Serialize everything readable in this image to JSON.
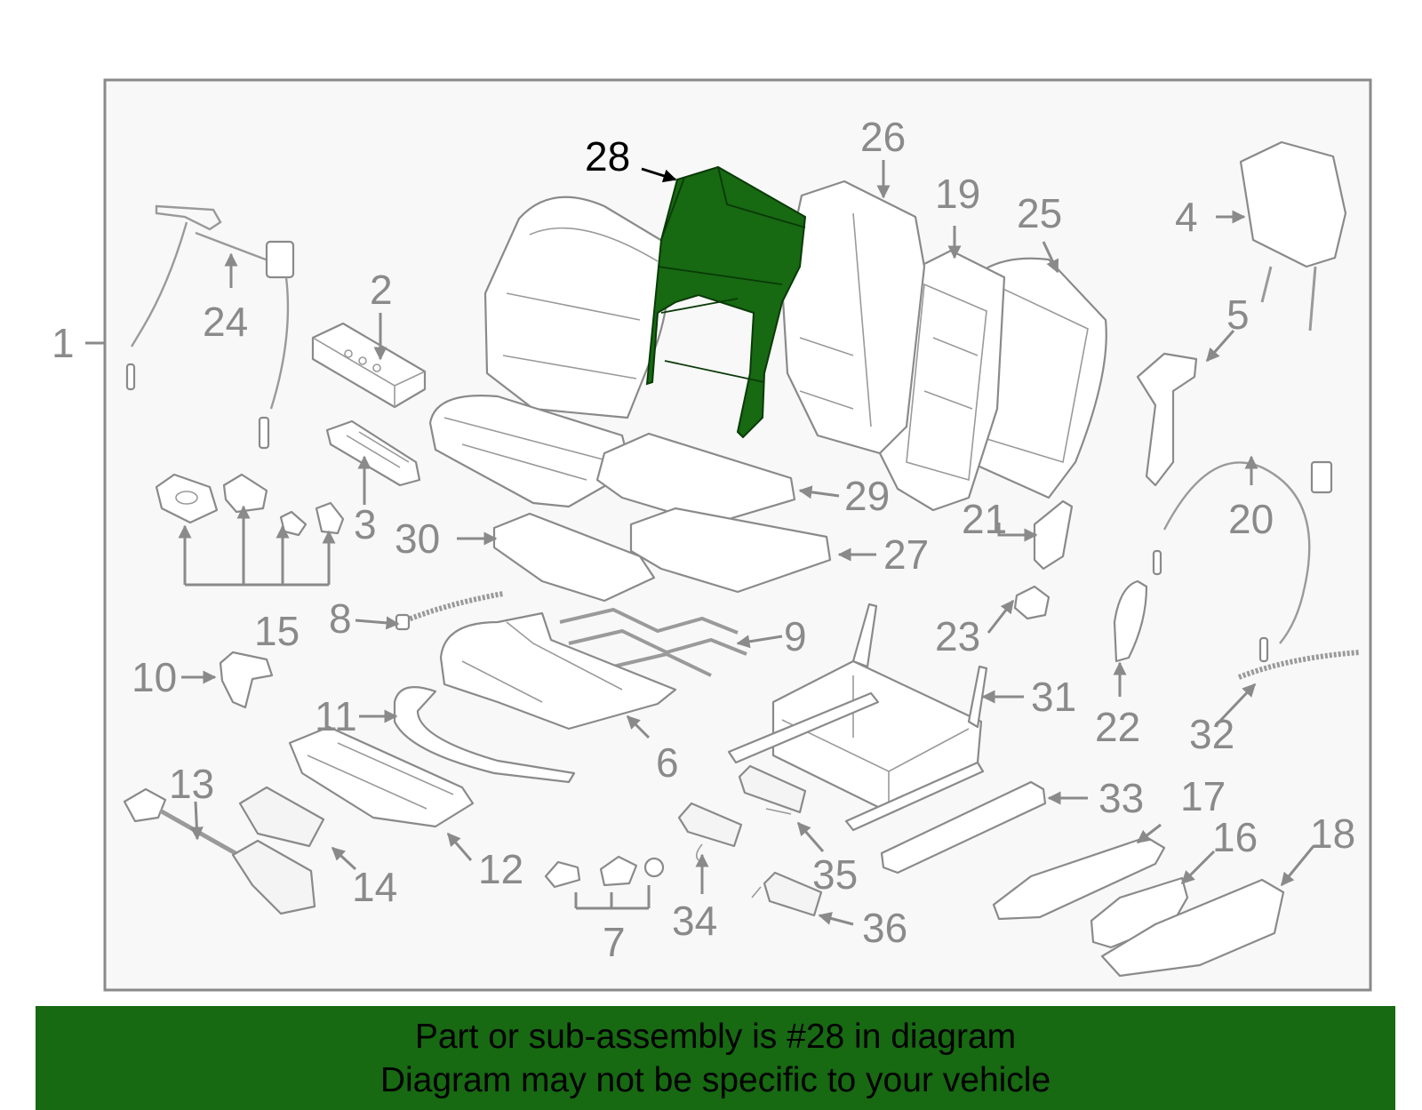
{
  "highlight": {
    "part_number": "28",
    "color": "#176912",
    "label_color": "#000000"
  },
  "colors": {
    "line": "#8a8a8a",
    "frame_bg": "#f8f8f8",
    "footer_bg": "#176912",
    "footer_text": "#000000"
  },
  "callouts": [
    {
      "id": "1",
      "text": "1"
    },
    {
      "id": "2",
      "text": "2"
    },
    {
      "id": "3",
      "text": "3"
    },
    {
      "id": "4",
      "text": "4"
    },
    {
      "id": "5",
      "text": "5"
    },
    {
      "id": "6",
      "text": "6"
    },
    {
      "id": "7",
      "text": "7"
    },
    {
      "id": "8",
      "text": "8"
    },
    {
      "id": "9",
      "text": "9"
    },
    {
      "id": "10",
      "text": "10"
    },
    {
      "id": "11",
      "text": "11"
    },
    {
      "id": "12",
      "text": "12"
    },
    {
      "id": "13",
      "text": "13"
    },
    {
      "id": "14",
      "text": "14"
    },
    {
      "id": "15",
      "text": "15"
    },
    {
      "id": "16",
      "text": "16"
    },
    {
      "id": "17",
      "text": "17"
    },
    {
      "id": "18",
      "text": "18"
    },
    {
      "id": "19",
      "text": "19"
    },
    {
      "id": "20",
      "text": "20"
    },
    {
      "id": "21",
      "text": "21"
    },
    {
      "id": "22",
      "text": "22"
    },
    {
      "id": "23",
      "text": "23"
    },
    {
      "id": "24",
      "text": "24"
    },
    {
      "id": "25",
      "text": "25"
    },
    {
      "id": "26",
      "text": "26"
    },
    {
      "id": "27",
      "text": "27"
    },
    {
      "id": "28",
      "text": "28"
    },
    {
      "id": "29",
      "text": "29"
    },
    {
      "id": "30",
      "text": "30"
    },
    {
      "id": "31",
      "text": "31"
    },
    {
      "id": "32",
      "text": "32"
    },
    {
      "id": "33",
      "text": "33"
    },
    {
      "id": "34",
      "text": "34"
    },
    {
      "id": "35",
      "text": "35"
    },
    {
      "id": "36",
      "text": "36"
    }
  ],
  "footer": {
    "line1": "Part or sub-assembly is #28 in diagram",
    "line2": "Diagram may not be specific to your vehicle"
  }
}
